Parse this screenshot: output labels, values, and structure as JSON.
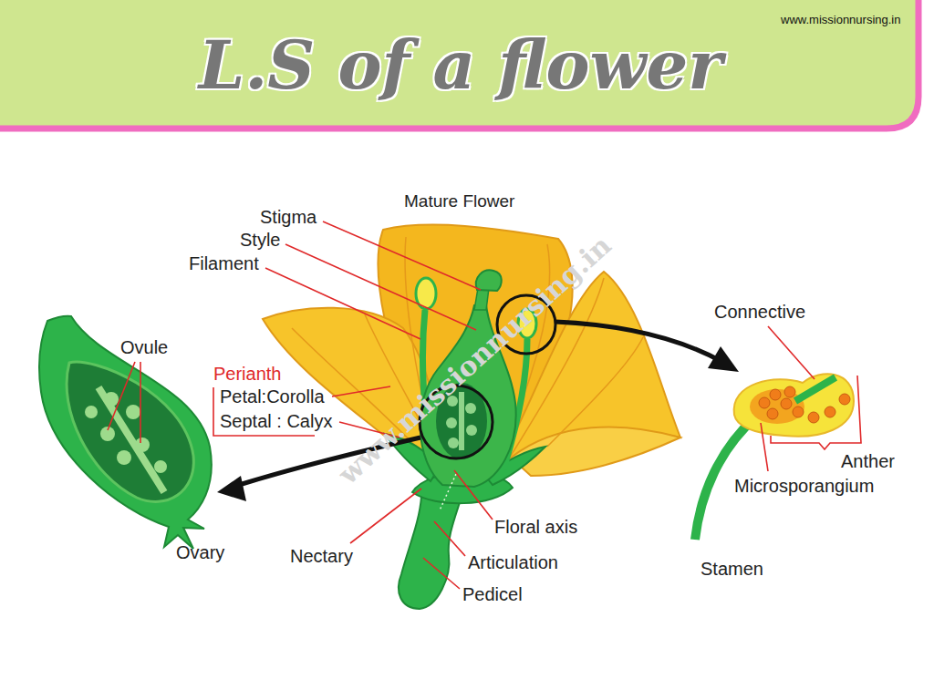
{
  "diagram": {
    "title": "L.S of a flower",
    "labels": [
      "www.missionnursing.in",
      "Mature Flower",
      "Stigma",
      "Style",
      "Filament",
      "Ovule",
      "Perianth",
      "Petal:Corolla",
      "Septal : Calyx",
      "Ovary",
      "Connective",
      "Anther",
      "Microsporangium",
      "Stamen",
      "Nectary",
      "Floral axis",
      "Articulation",
      "Pedicel",
      "www.missionnursing.in"
    ]
  }
}
